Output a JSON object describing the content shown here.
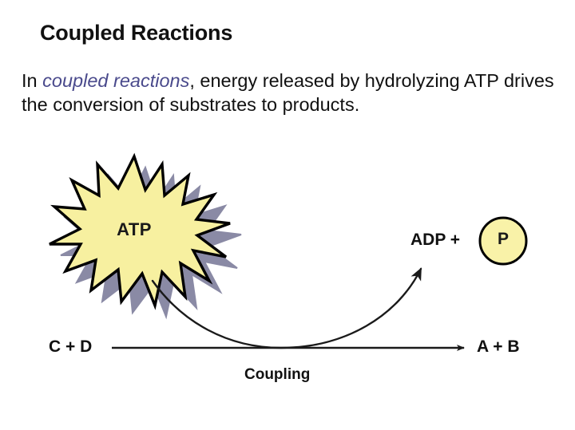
{
  "slide": {
    "title": "Coupled Reactions",
    "background_color": "#ffffff"
  },
  "body": {
    "line_prefix": "In ",
    "emphasis": "coupled reactions",
    "line_rest": ", energy released by hydrolyzing ATP drives the conversion of substrates to products.",
    "emphasis_color": "#4a4a8c",
    "full_text": "In coupled reactions, energy released by hydrolyzing ATP drives the conversion of substrates to products."
  },
  "diagram": {
    "burst_label": "ATP",
    "burst_fill": "#f7f0a0",
    "burst_outline": "#000000",
    "burst_shadow": "#8a8aa5",
    "products_label": "ADP +",
    "phosphate_label": "P",
    "phosphate_fill": "#f9f2a8",
    "reactants_label": "C + D",
    "outputs_label": "A + B",
    "process_label": "Coupling",
    "arrow_color": "#1a1a1a"
  }
}
